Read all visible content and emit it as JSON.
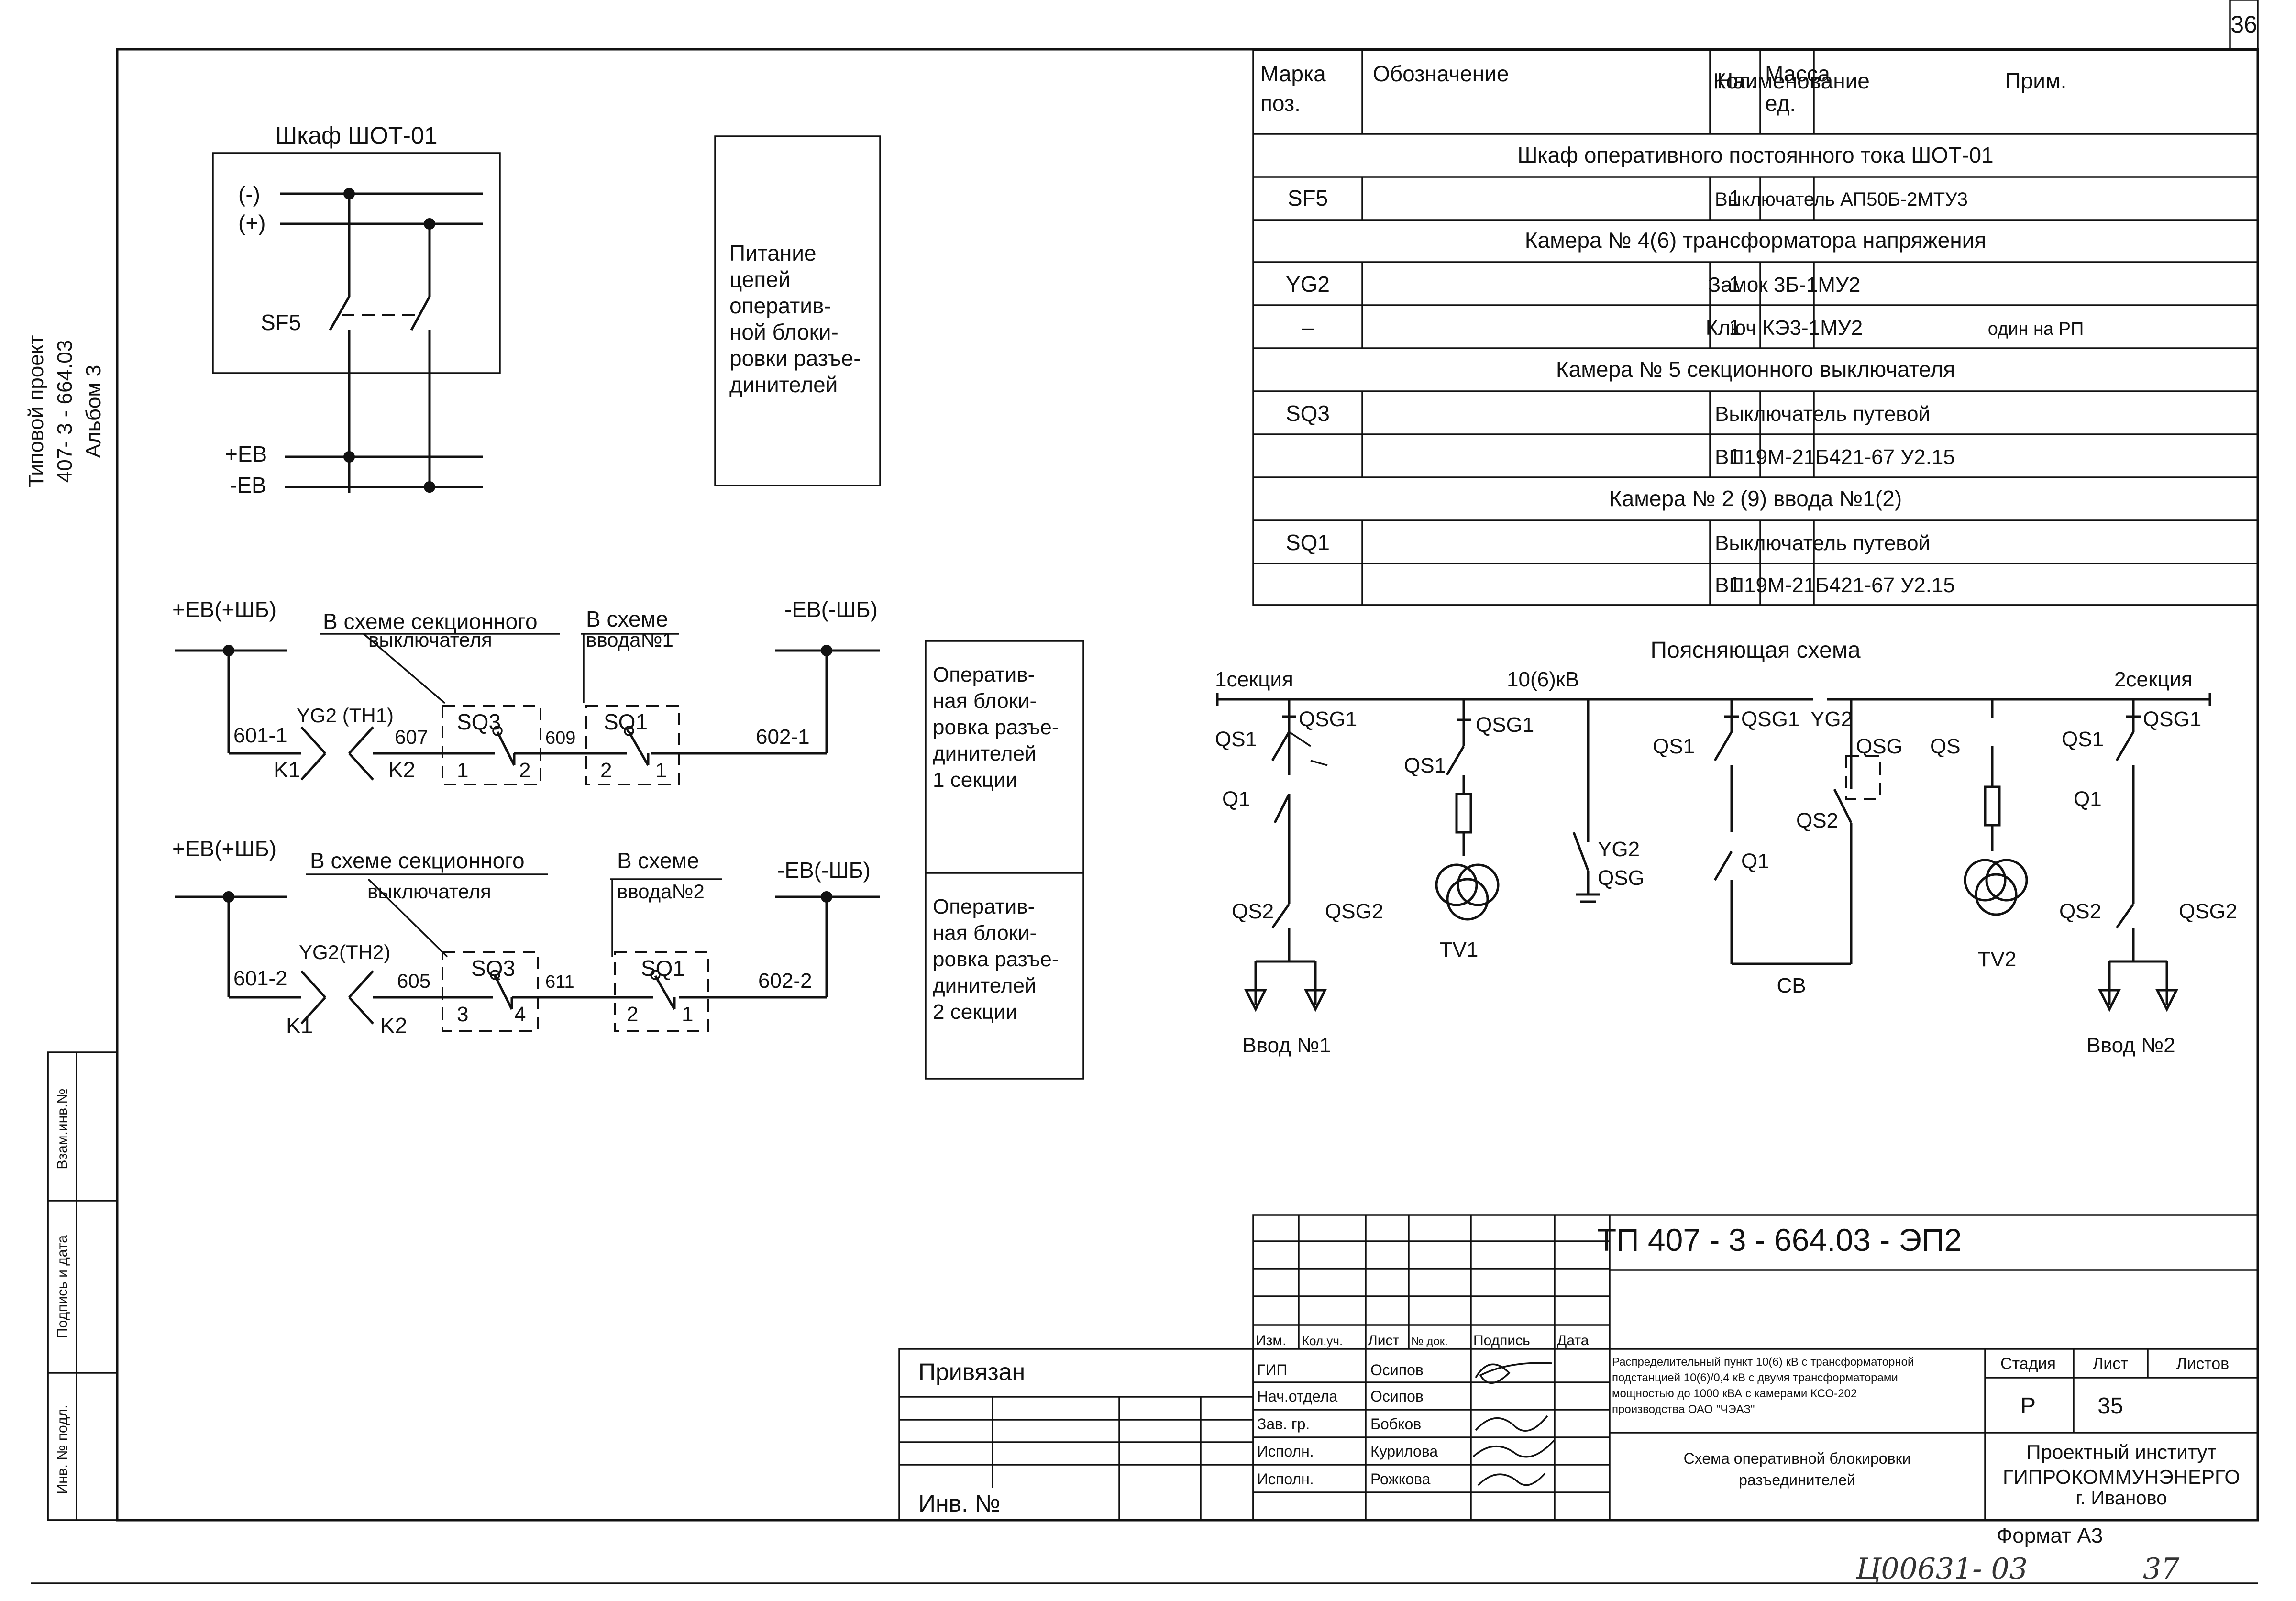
{
  "sheet": {
    "page_number": "36",
    "side_stamp_1": "Типовой проект",
    "side_stamp_2": "407- 3 - 664.03",
    "side_stamp_3": "Альбом 3",
    "left_column": [
      "Взам.инв.№",
      "Подпись и дата",
      "Инв. № подл."
    ],
    "bottom_handwritten": "Ц00631- 03",
    "bottom_handwritten_page": "37",
    "format": "Формат А3",
    "privyazan": "Привязан",
    "inv_no": "Инв. №"
  },
  "cabinet": {
    "title": "Шкаф ШОТ-01",
    "minus": "(-)",
    "plus": "(+)",
    "breaker": "SF5",
    "bus_plus": "+EB",
    "bus_minus": "-EB"
  },
  "notes": {
    "power_supply": [
      "Питание",
      "цепей",
      "оператив-",
      "ной блоки-",
      "ровки разъе-",
      "динителей"
    ],
    "section1": [
      "Оператив-",
      "ная блоки-",
      "ровка разъе-",
      "динителей",
      "1 секции"
    ],
    "section2": [
      "Оператив-",
      "ная блоки-",
      "ровка разъе-",
      "динителей",
      "2 секции"
    ]
  },
  "circuit1": {
    "left_bus": "+EB(+ШБ)",
    "right_bus": "-EB(-ШБ)",
    "label_sect": "В схеме секционного",
    "label_sect2": "выключателя",
    "label_in": "В схеме",
    "label_in2": "ввода№1",
    "wire_left": "601-1",
    "lock": "YG2 (TH1)",
    "k1": "K1",
    "k2": "K2",
    "w607": "607",
    "sq3": "SQ3",
    "w609": "609",
    "sq1": "SQ1",
    "wire_right": "602-1",
    "c1": "1",
    "c2": "2",
    "c3": "2",
    "c4": "1"
  },
  "circuit2": {
    "left_bus": "+EB(+ШБ)",
    "right_bus": "-EB(-ШБ)",
    "label_sect": "В схеме секционного",
    "label_sect2": "выключателя",
    "label_in": "В схеме",
    "label_in2": "ввода№2",
    "wire_left": "601-2",
    "lock": "YG2(TH2)",
    "k1": "K1",
    "k2": "K2",
    "w605": "605",
    "sq3": "SQ3",
    "w611": "611",
    "sq1": "SQ1",
    "wire_right": "602-2",
    "c1": "3",
    "c2": "4",
    "c3": "2",
    "c4": "1"
  },
  "spec_table": {
    "headers": [
      "Марка поз.",
      "Обозначение",
      "Наименование",
      "Кол.",
      "Масса ед.",
      "Прим."
    ],
    "header_mark_1": "Марка",
    "header_mark_2": "поз.",
    "header_mass_1": "Масса",
    "header_mass_2": "ед.",
    "groups": [
      "Шкаф оперативного постоянного тока ШОТ-01",
      "Камера  № 4(6) трансформатора напряжения",
      "Камера № 5 секционного выключателя",
      "Камера № 2 (9) ввода №1(2)"
    ],
    "rows": [
      {
        "mark": "SF5",
        "name": "Выключатель АП50Б-2МТУ3",
        "qty": "1",
        "note": ""
      },
      {
        "mark": "YG2",
        "name": "Замок 3Б-1МУ2",
        "qty": "1",
        "note": ""
      },
      {
        "mark": "–",
        "name": "Ключ КЭ3-1МУ2",
        "qty": "1",
        "note": "один на РП"
      },
      {
        "mark": "SQ3",
        "name": "Выключатель путевой",
        "qty": "",
        "note": ""
      },
      {
        "mark": "",
        "name": "ВП19М-21Б421-67 У2.15",
        "qty": "1",
        "note": ""
      },
      {
        "mark": "SQ1",
        "name": "Выключатель путевой",
        "qty": "",
        "note": ""
      },
      {
        "mark": "",
        "name": "ВП19М-21Б421-67 У2.15",
        "qty": "1",
        "note": ""
      }
    ]
  },
  "scheme": {
    "title": "Поясняющая схема",
    "sec1": "1секция",
    "voltage": "10(6)кВ",
    "sec2": "2секция",
    "qs1": "QS1",
    "qsg1": "QSG1",
    "q1": "Q1",
    "qs2": "QS2",
    "qsg2": "QSG2",
    "tv1": "TV1",
    "tv2": "TV2",
    "yg2": "YG2",
    "qsg": "QSG",
    "qs": "QS",
    "cb": "СВ",
    "vvod1": "Ввод №1",
    "vvod2": "Ввод №2"
  },
  "title_block": {
    "code": "ТП  407 - 3 - 664.03 - ЭП2",
    "col_heads": [
      "Изм.",
      "Кол.уч.",
      "Лист",
      "№ док.",
      "Подпись",
      "Дата"
    ],
    "roles": [
      "ГИП",
      "Нач.отдела",
      "Зав. гр.",
      "Исполн.",
      "Исполн."
    ],
    "names": [
      "Осипов",
      "Осипов",
      "Бобков",
      "Курилова",
      "Рожкова"
    ],
    "description": [
      "Распределительный пункт 10(6) кВ с трансформаторной",
      "подстанцией 10(6)/0,4 кВ с двумя трансформаторами",
      "мощностью до 1000 кВА с камерами КСО-202",
      "производства ОАО \"ЧЭАЗ\""
    ],
    "drawing_name": [
      "Схема оперативной блокировки",
      "разъединителей"
    ],
    "stage_h": "Стадия",
    "sheet_h": "Лист",
    "sheets_h": "Листов",
    "stage": "Р",
    "sheet": "35",
    "org": [
      "Проектный институт",
      "ГИПРОКОММУНЭНЕРГО",
      "г. Иваново"
    ]
  }
}
